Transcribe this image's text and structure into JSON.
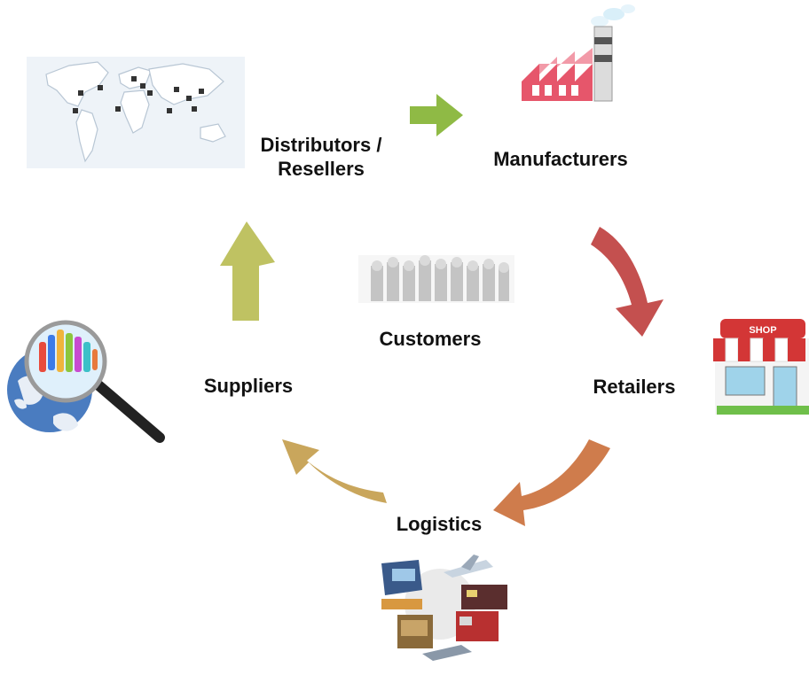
{
  "labels": {
    "distributors_line1": "Distributors /",
    "distributors_line2": "Resellers",
    "manufacturers": "Manufacturers",
    "retailers": "Retailers",
    "logistics": "Logistics",
    "suppliers": "Suppliers",
    "customers": "Customers"
  },
  "shop_sign": "SHOP",
  "icons": {
    "world_map": "world-map-icon",
    "factory": "factory-icon",
    "shop": "shop-icon",
    "transport": "transport-collage-icon",
    "globe_magnifier": "globe-magnifier-icon",
    "crowd": "crowd-icon"
  },
  "colors": {
    "arrow_distributors_to_manufacturers": "#8fba45",
    "arrow_manufacturers_to_retailers": "#c4504f",
    "arrow_retailers_to_logistics": "#cf7c4c",
    "arrow_logistics_to_suppliers": "#c9a65c",
    "arrow_suppliers_to_distributors": "#bfc262"
  }
}
